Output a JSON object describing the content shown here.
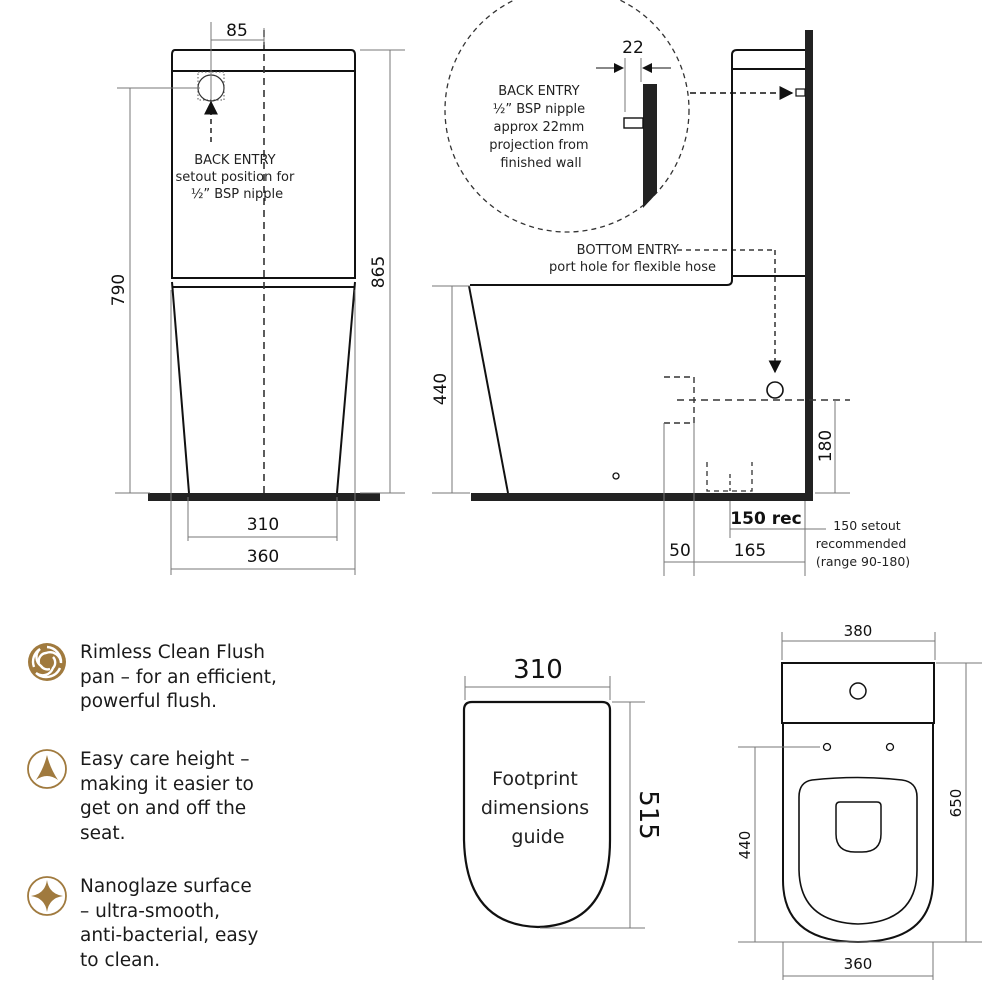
{
  "colors": {
    "line": "#111111",
    "dim_line": "#777777",
    "accent_gold": "#A07A3E"
  },
  "front_view": {
    "width_top": "85",
    "height_total": "865",
    "height_inlet": "790",
    "base_inner": "310",
    "base_outer": "360",
    "back_entry_note": [
      "BACK ENTRY",
      "setout position for",
      "½” BSP nipple"
    ]
  },
  "side_view": {
    "detail_dim": "22",
    "detail_note": [
      "BACK ENTRY",
      "½” BSP nipple",
      "approx 22mm",
      "projection from",
      "finished wall"
    ],
    "bottom_entry_note": [
      "BOTTOM ENTRY",
      "port hole for flexible hose"
    ],
    "height_pan": "440",
    "height_inlet": "180",
    "dim_50": "50",
    "dim_165": "165",
    "dim_150_rec": "150 rec",
    "setout_note": [
      "150 setout",
      "recommended",
      "(range 90-180)"
    ]
  },
  "footprint": {
    "width": "310",
    "depth": "515",
    "label": [
      "Footprint",
      "dimensions",
      "guide"
    ]
  },
  "top_view": {
    "width_top": "380",
    "depth_total": "650",
    "depth_seat": "440",
    "width_bottom": "360"
  },
  "features": [
    {
      "icon": "swirl-icon",
      "text": "Rimless Clean Flush\npan – for an efficient,\npowerful flush."
    },
    {
      "icon": "arrow-up-icon",
      "text": "Easy care height –\nmaking it easier to\nget on and off the\nseat."
    },
    {
      "icon": "sparkle-icon",
      "text": "Nanoglaze surface\n– ultra-smooth,\nanti-bacterial, easy\nto clean."
    }
  ]
}
